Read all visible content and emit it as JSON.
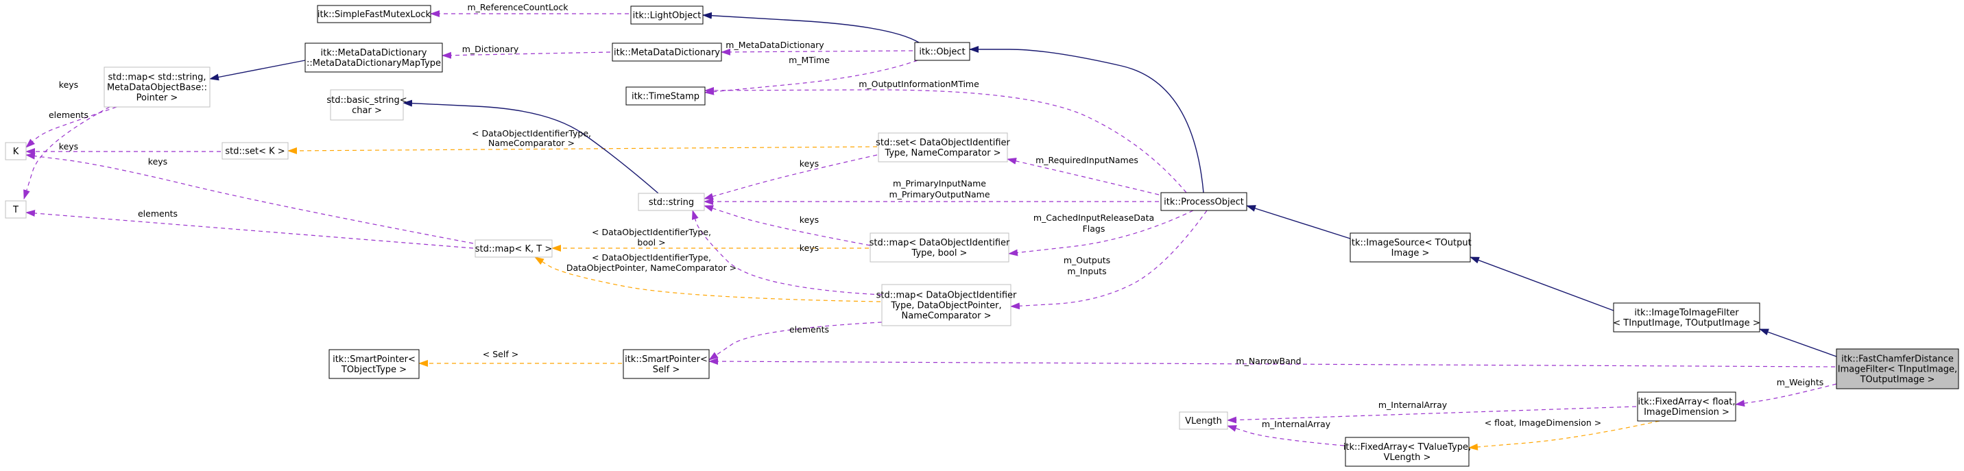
{
  "nodes": {
    "simple_fast_mutex_lock": {
      "lines": [
        "itk::SimpleFastMutexLock"
      ],
      "style": "solid"
    },
    "light_object": {
      "lines": [
        "itk::LightObject"
      ],
      "style": "solid"
    },
    "object": {
      "lines": [
        "itk::Object"
      ],
      "style": "solid"
    },
    "metadata_dictionary_map_type": {
      "lines": [
        "itk::MetaDataDictionary",
        "::MetaDataDictionaryMapType"
      ],
      "style": "solid"
    },
    "metadata_dictionary": {
      "lines": [
        "itk::MetaDataDictionary"
      ],
      "style": "solid"
    },
    "time_stamp": {
      "lines": [
        "itk::TimeStamp"
      ],
      "style": "solid"
    },
    "std_map_string_pointer": {
      "lines": [
        "std::map< std::string,",
        "MetaDataObjectBase::",
        "Pointer >"
      ],
      "style": "gray"
    },
    "std_basic_string": {
      "lines": [
        "std::basic_string<",
        "char >"
      ],
      "style": "gray"
    },
    "K": {
      "lines": [
        "K"
      ],
      "style": "gray"
    },
    "std_set_K": {
      "lines": [
        "std::set< K >"
      ],
      "style": "gray"
    },
    "T": {
      "lines": [
        "T"
      ],
      "style": "gray"
    },
    "std_set_doi": {
      "lines": [
        "std::set< DataObjectIdentifier",
        "Type, NameComparator >"
      ],
      "style": "gray"
    },
    "std_string": {
      "lines": [
        "std::string"
      ],
      "style": "gray"
    },
    "process_object": {
      "lines": [
        "itk::ProcessObject"
      ],
      "style": "solid"
    },
    "std_map_doi_bool": {
      "lines": [
        "std::map< DataObjectIdentifier",
        "Type, bool >"
      ],
      "style": "gray"
    },
    "std_map_KT": {
      "lines": [
        "std::map< K, T >"
      ],
      "style": "gray"
    },
    "std_map_doi_pointer": {
      "lines": [
        "std::map< DataObjectIdentifier",
        "Type, DataObjectPointer,",
        "NameComparator >"
      ],
      "style": "gray"
    },
    "image_source": {
      "lines": [
        "itk::ImageSource< TOutput",
        "Image >"
      ],
      "style": "solid"
    },
    "image_to_image_filter": {
      "lines": [
        "itk::ImageToImageFilter",
        "< TInputImage, TOutputImage >"
      ],
      "style": "solid"
    },
    "smart_pointer_tobject": {
      "lines": [
        "itk::SmartPointer<",
        "TObjectType >"
      ],
      "style": "solid"
    },
    "smart_pointer_self": {
      "lines": [
        "itk::SmartPointer<",
        "Self >"
      ],
      "style": "solid"
    },
    "fast_chamfer": {
      "lines": [
        "itk::FastChamferDistance",
        "ImageFilter< TInputImage,",
        "TOutputImage >"
      ],
      "style": "focus"
    },
    "vlength": {
      "lines": [
        "VLength"
      ],
      "style": "gray"
    },
    "fixed_array_float": {
      "lines": [
        "itk::FixedArray< float,",
        "ImageDimension >"
      ],
      "style": "solid"
    },
    "fixed_array_tvalue": {
      "lines": [
        "itk::FixedArray< TValueType,",
        "VLength >"
      ],
      "style": "solid"
    }
  },
  "edge_labels": {
    "reference_count_lock": "m_ReferenceCountLock",
    "dictionary": "m_Dictionary",
    "metadata_dictionary": "m_MetaDataDictionary",
    "mtime": "m_MTime",
    "output_information_mtime": "m_OutputInformationMTime",
    "keys_map": "keys",
    "elements_map": "elements",
    "keys_set": "keys",
    "set_template_args": [
      "< DataObjectIdentifierType,",
      "NameComparator >"
    ],
    "keys_kt": "keys",
    "elements_kt": "elements",
    "required_input_names": "m_RequiredInputNames",
    "keys_doi_set": "keys",
    "primary_names": [
      "m_PrimaryInputName",
      "m_PrimaryOutputName"
    ],
    "keys_doi_bool": "keys",
    "keys_doi_pointer": "keys",
    "cached_flags": [
      "m_CachedInputReleaseData",
      "Flags"
    ],
    "bool_template_args": [
      "< DataObjectIdentifierType,",
      "bool >"
    ],
    "pointer_template_args": [
      "< DataObjectIdentifierType,",
      "DataObjectPointer, NameComparator >"
    ],
    "outputs_inputs": [
      "m_Outputs",
      "m_Inputs"
    ],
    "elements_pointer": "elements",
    "self_template_arg": "< Self >",
    "narrow_band": "m_NarrowBand",
    "weights": "m_Weights",
    "internal_array_float": "m_InternalArray",
    "internal_array_tvalue": "m_InternalArray",
    "float_template_args": "< float, ImageDimension >"
  },
  "colors": {
    "inheritance": "#191970",
    "member": "#9a32cd",
    "template": "#ffa500",
    "solid_border": "#000000",
    "gray_border": "#bfbfbf",
    "focus_fill": "#bfbfbf"
  }
}
